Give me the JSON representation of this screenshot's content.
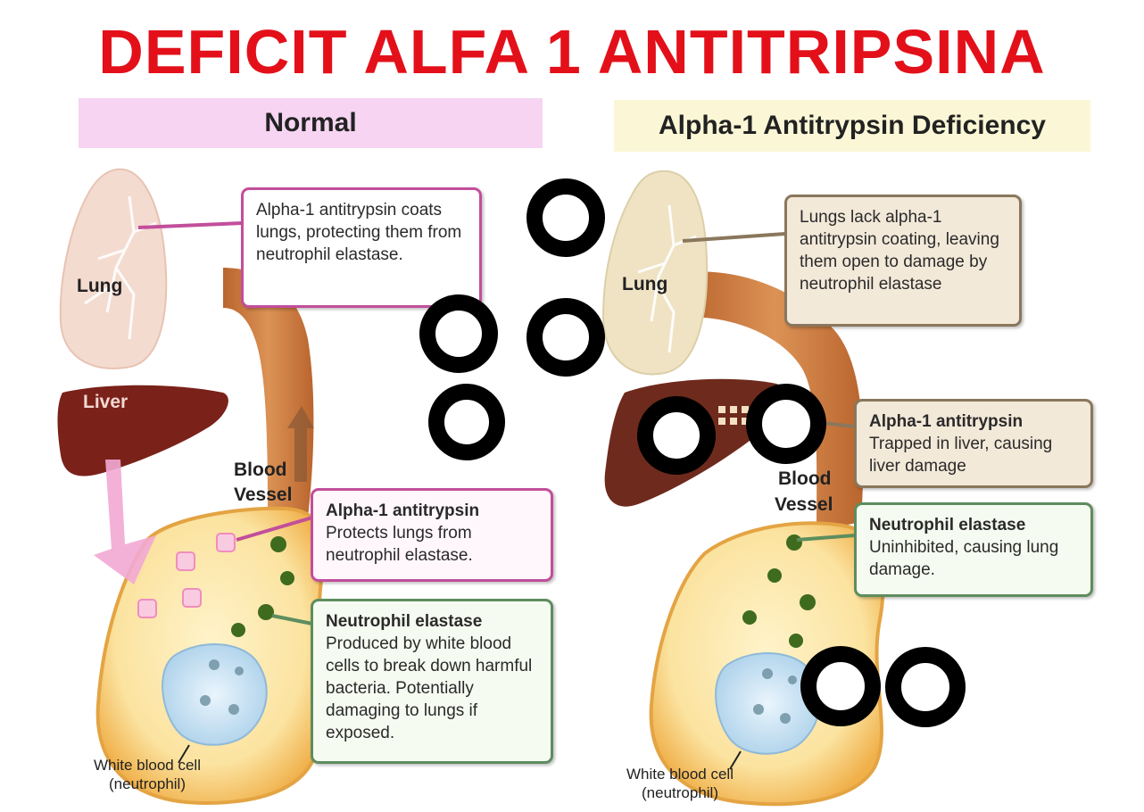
{
  "title": "DEFICIT ALFA 1 ANTITRIPSINA",
  "normal": {
    "header": "Normal",
    "labels": {
      "lung": "Lung",
      "liver": "Liver",
      "blood_vessel_1": "Blood",
      "blood_vessel_2": "Vessel",
      "wbc_1": "White blood cell",
      "wbc_2": "(neutrophil)"
    },
    "callouts": {
      "lung": "Alpha-1 antitrypsin coats lungs, protecting them from neutrophil elastase.",
      "aat_title": "Alpha-1 antitrypsin",
      "aat_text": "Protects lungs from neutrophil elastase.",
      "ne_title": "Neutrophil elastase",
      "ne_text": "Produced by white blood cells to break down harmful bacteria. Potentially damaging to lungs if exposed."
    }
  },
  "deficiency": {
    "header": "Alpha-1 Antitrypsin Deficiency",
    "labels": {
      "lung": "Lung",
      "blood_vessel_1": "Blood",
      "blood_vessel_2": "Vessel",
      "wbc_1": "White blood cell",
      "wbc_2": "(neutrophil)"
    },
    "callouts": {
      "lung": "Lungs lack alpha-1 antitrypsin coating, leaving them open to damage by neutrophil elastase",
      "aat_title": "Alpha-1 antitrypsin",
      "aat_text": "Trapped in liver, causing liver damage",
      "ne_title": "Neutrophil elastase",
      "ne_text": "Uninhibited, causing lung damage."
    }
  },
  "colors": {
    "title": "#e3101a",
    "normal_header_bg": "#f6d4f2",
    "deficiency_header_bg": "#fbf7d6",
    "vessel": "#c8743a",
    "pool": "#f7d27a",
    "liver": "#7a2119",
    "lung_normal": "#f4dbd0",
    "lung_deficient": "#efe3c4",
    "elastase": "#3f6b1f",
    "antitrypsin": "#f7c6da"
  }
}
